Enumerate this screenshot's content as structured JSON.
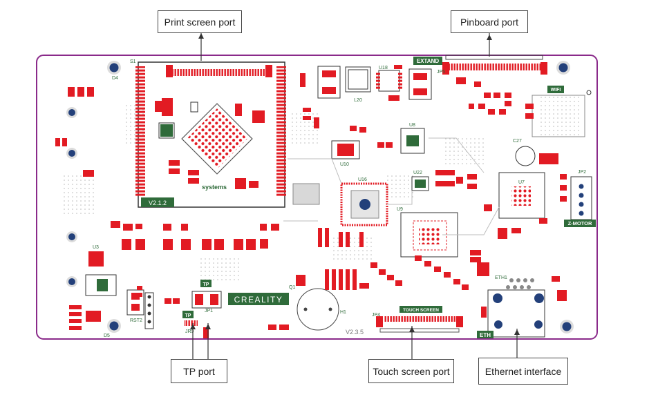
{
  "callouts": {
    "print_screen_port": "Print screen port",
    "pinboard_port": "Pinboard port",
    "tp_port": "TP port",
    "touch_screen_port": "Touch screen port",
    "ethernet_interface": "Ethernet interface"
  },
  "board": {
    "brand": "CREALITY",
    "version": "V2.3.5",
    "core_version": "V2.1.2",
    "core_brand": "systems"
  },
  "board_labels": {
    "extand": "EXTAND",
    "wifi": "WIFI",
    "z_motor": "Z-MOTOR",
    "tp": "TP",
    "touch_screen": "TOUCH SCREEN",
    "eth": "ETH",
    "jp1": "JP1",
    "jp2": "JP2",
    "jp4": "JP4",
    "jp5": "JP5",
    "rst2": "RST2",
    "jr9": "JR9",
    "eth1": "ETH1",
    "u3": "U3",
    "u7": "U7",
    "u8": "U8",
    "u9": "U9",
    "u10": "U10",
    "u16": "U16",
    "u18": "U18",
    "u22": "U22",
    "c27": "C27",
    "l20": "L20",
    "q1": "Q1",
    "s1": "S1",
    "d4": "D4",
    "d5": "D5",
    "h1": "H1"
  },
  "colors": {
    "board_outline": "#8a2a8a",
    "pad_red": "#e21b23",
    "silk_green": "#2f6b3a",
    "ground_dot": "#23407a",
    "trace_gray": "#9a9a9a"
  }
}
